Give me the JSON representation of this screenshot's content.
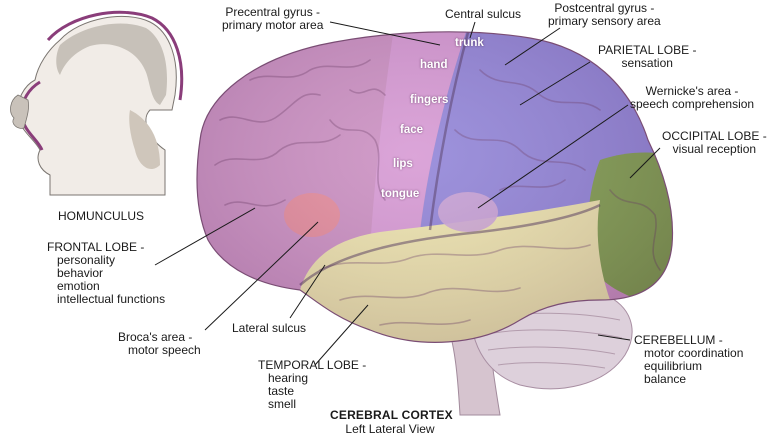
{
  "homunculus": {
    "label": "HOMUNCULUS"
  },
  "areas": {
    "trunk": "trunk",
    "hand": "hand",
    "fingers": "fingers",
    "face": "face",
    "lips": "lips",
    "tongue": "tongue"
  },
  "labels": {
    "precentral": {
      "title": "Precentral gyrus -",
      "sub": "primary motor area"
    },
    "central_sulcus": {
      "title": "Central sulcus"
    },
    "postcentral": {
      "title": "Postcentral gyrus -",
      "sub": "primary sensory area"
    },
    "parietal": {
      "title": "PARIETAL LOBE -",
      "sub": "sensation"
    },
    "wernicke": {
      "title": "Wernicke's area -",
      "sub": "speech comprehension"
    },
    "occipital": {
      "title": "OCCIPITAL LOBE -",
      "sub": "visual reception"
    },
    "frontal": {
      "title": "FRONTAL LOBE -",
      "items": [
        "personality",
        "behavior",
        "emotion",
        "intellectual functions"
      ]
    },
    "broca": {
      "title": "Broca's area -",
      "sub": "motor speech"
    },
    "lateral_sulcus": {
      "title": "Lateral sulcus"
    },
    "temporal": {
      "title": "TEMPORAL LOBE -",
      "items": [
        "hearing",
        "taste",
        "smell"
      ]
    },
    "cerebellum": {
      "title": "CEREBELLUM -",
      "items": [
        "motor coordination",
        "equilibrium",
        "balance"
      ]
    }
  },
  "caption": {
    "title": "CEREBRAL CORTEX",
    "subtitle": "Left Lateral View"
  },
  "colors": {
    "frontal": "#c98bbf",
    "motor_strip": "#d595d2",
    "parietal": "#8c7fd6",
    "occipital": "#7a9a45",
    "temporal": "#ece3a8",
    "cerebellum": "#ddd0db",
    "broca": "#e8868f",
    "wernicke": "#c9a0d3",
    "brainstem": "#d6c4cf",
    "homunculus_outline": "#8a3d7a"
  }
}
